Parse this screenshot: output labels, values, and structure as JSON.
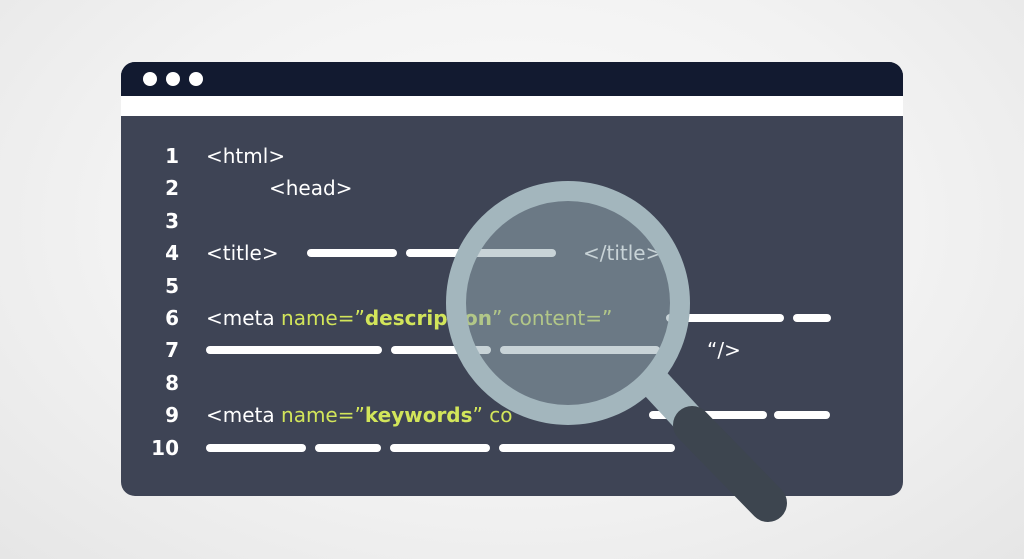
{
  "colors": {
    "titlebar": "#121a30",
    "editor_background": "#3e4455",
    "text": "#ffffff",
    "attribute": "#d2e55a",
    "lens_ring": "#a3b6bd",
    "handle": "#3d454f"
  },
  "window": {
    "controls": [
      "window-dot",
      "window-dot",
      "window-dot"
    ]
  },
  "lines": [
    {
      "number": "1"
    },
    {
      "number": "2"
    },
    {
      "number": "3"
    },
    {
      "number": "4"
    },
    {
      "number": "5"
    },
    {
      "number": "6"
    },
    {
      "number": "7"
    },
    {
      "number": "8"
    },
    {
      "number": "9"
    },
    {
      "number": "10"
    }
  ],
  "code": {
    "line1": "<html>",
    "line2": "<head>",
    "line4_open": "<title>",
    "line4_close": "</title>",
    "line6_tag": "<meta",
    "line6_name": "name=”",
    "line6_value": "description",
    "line6_close_quote": "”",
    "line6_content": "content=”",
    "line7_end": "“/>",
    "line9_tag": "<meta",
    "line9_name": "name=”",
    "line9_value": "keywords",
    "line9_close_quote": "”",
    "line9_content": "co"
  },
  "icons": [
    "magnifying-glass-icon"
  ]
}
